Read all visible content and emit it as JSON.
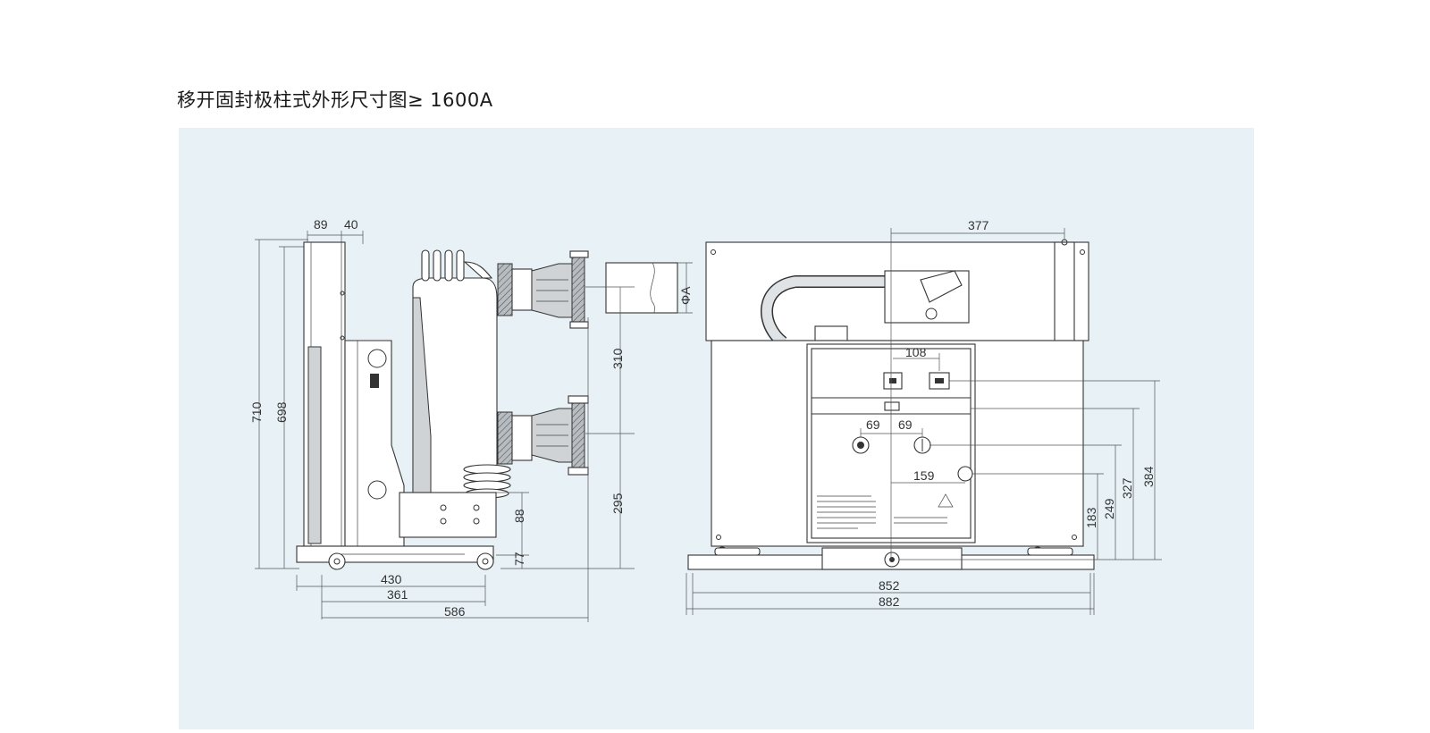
{
  "title": "移开固封极柱式外形尺寸图≥ 1600A",
  "colors": {
    "panel": "#e8f2f6",
    "line": "#333333",
    "fill_grey": "#cfd3d6",
    "fill_dark": "#6d7278"
  },
  "side_view": {
    "dims": {
      "top_a": "89",
      "top_b": "40",
      "h_total": "710",
      "h_inner": "698",
      "h_310": "310",
      "h_295": "295",
      "h_88": "88",
      "h_77": "77",
      "w_430": "430",
      "w_361": "361",
      "w_586": "586"
    },
    "phi_label": "ΦA"
  },
  "front_view": {
    "dims": {
      "top_377": "377",
      "d_108": "108",
      "d_69_left": "69",
      "d_69_right": "69",
      "d_159": "159",
      "h_183": "183",
      "h_249": "249",
      "h_327": "327",
      "h_384": "384",
      "w_852": "852",
      "w_882": "882"
    }
  }
}
